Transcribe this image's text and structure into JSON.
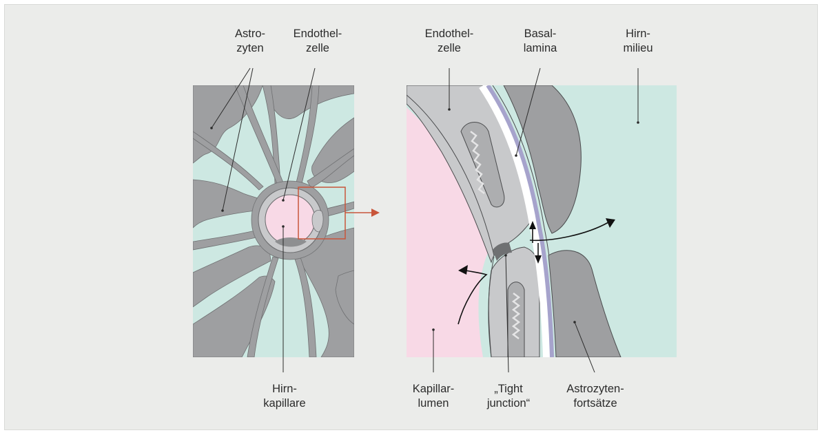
{
  "labels": {
    "astrozyten": [
      "Astro-",
      "zyten"
    ],
    "endothelzelle_left": [
      "Endothel-",
      "zelle"
    ],
    "hirnkapillare": [
      "Hirn-",
      "kapillare"
    ],
    "endothelzelle_right": [
      "Endothel-",
      "zelle"
    ],
    "basallamina": [
      "Basal-",
      "lamina"
    ],
    "hirnmilieu": [
      "Hirn-",
      "milieu"
    ],
    "kapillarlumen": [
      "Kapillar-",
      "lumen"
    ],
    "tight_junction": [
      "„Tight",
      "junction“"
    ],
    "astrozytenfortsaetze": [
      "Astrozyten-",
      "fortsätze"
    ]
  },
  "colors": {
    "background": "#ebecea",
    "brain_fluid": "#cde8e2",
    "astrocyte": "#9e9fa1",
    "endothelium": "#c8c9cb",
    "lumen": "#f8d9e6",
    "basal_lamina": "#a6a3cc",
    "highlight": "#c8553a"
  }
}
